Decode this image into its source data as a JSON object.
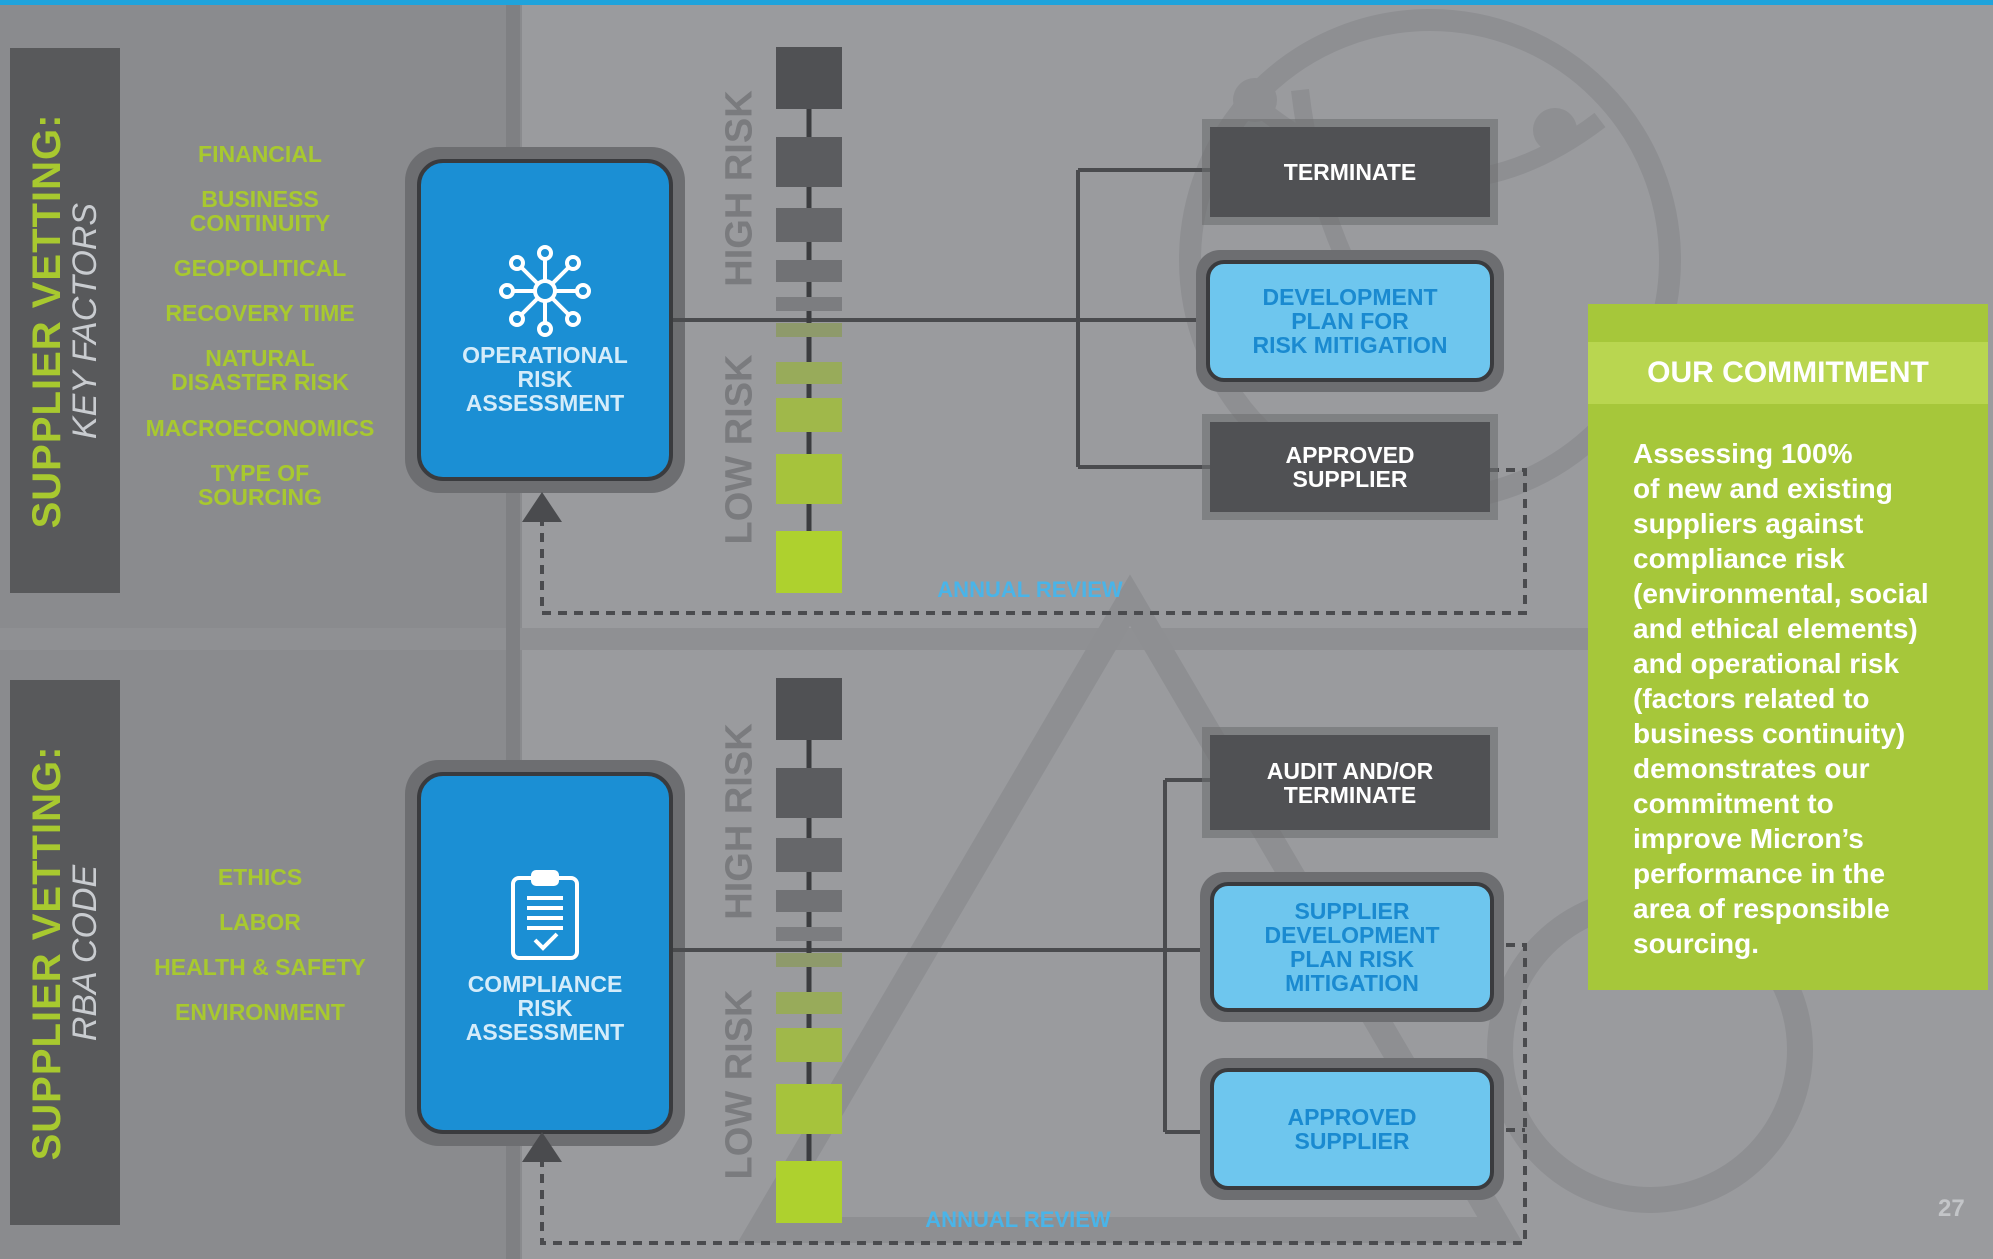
{
  "sections": [
    {
      "side_title": "SUPPLIER VETTING:",
      "side_subtitle": "KEY FACTORS",
      "factors": [
        "FINANCIAL",
        "BUSINESS\nCONTINUITY",
        "GEOPOLITICAL",
        "RECOVERY TIME",
        "NATURAL\nDISASTER RISK",
        "MACROECONOMICS",
        "TYPE OF\nSOURCING"
      ],
      "assessment": "OPERATIONAL\nRISK\nASSESSMENT",
      "assessment_icon": "network-hub-icon",
      "risk_high": "HIGH RISK",
      "risk_low": "LOW RISK",
      "outcomes": [
        "TERMINATE",
        "DEVELOPMENT\nPLAN FOR\nRISK MITIGATION",
        "APPROVED\nSUPPLIER"
      ],
      "review": "ANNUAL REVIEW"
    },
    {
      "side_title": "SUPPLIER VETTING:",
      "side_subtitle": "RBA CODE",
      "factors": [
        "ETHICS",
        "LABOR",
        "HEALTH & SAFETY",
        "ENVIRONMENT"
      ],
      "assessment": "COMPLIANCE\nRISK\nASSESSMENT",
      "assessment_icon": "clipboard-check-icon",
      "risk_high": "HIGH RISK",
      "risk_low": "LOW RISK",
      "outcomes": [
        "AUDIT AND/OR\nTERMINATE",
        "SUPPLIER\nDEVELOPMENT\nPLAN RISK\nMITIGATION",
        "APPROVED\nSUPPLIER"
      ],
      "review": "ANNUAL REVIEW"
    }
  ],
  "commitment": {
    "heading": "OUR COMMITMENT",
    "body": "Assessing 100%\nof new and existing\nsuppliers against\ncompliance risk\n(environmental, social\nand ethical elements)\nand operational risk\n(factors related to\nbusiness continuity)\ndemonstrates our\ncommitment to\nimprove Micron’s\nperformance in the\narea of responsible\nsourcing."
  },
  "page_number": "27",
  "colors": {
    "accent_green": "#a8c92f",
    "assessment_blue": "#1b8fd4",
    "outcome_light_blue": "#6ec6ee",
    "outcome_dark": "#505154",
    "review_blue": "#4ab4e8"
  }
}
